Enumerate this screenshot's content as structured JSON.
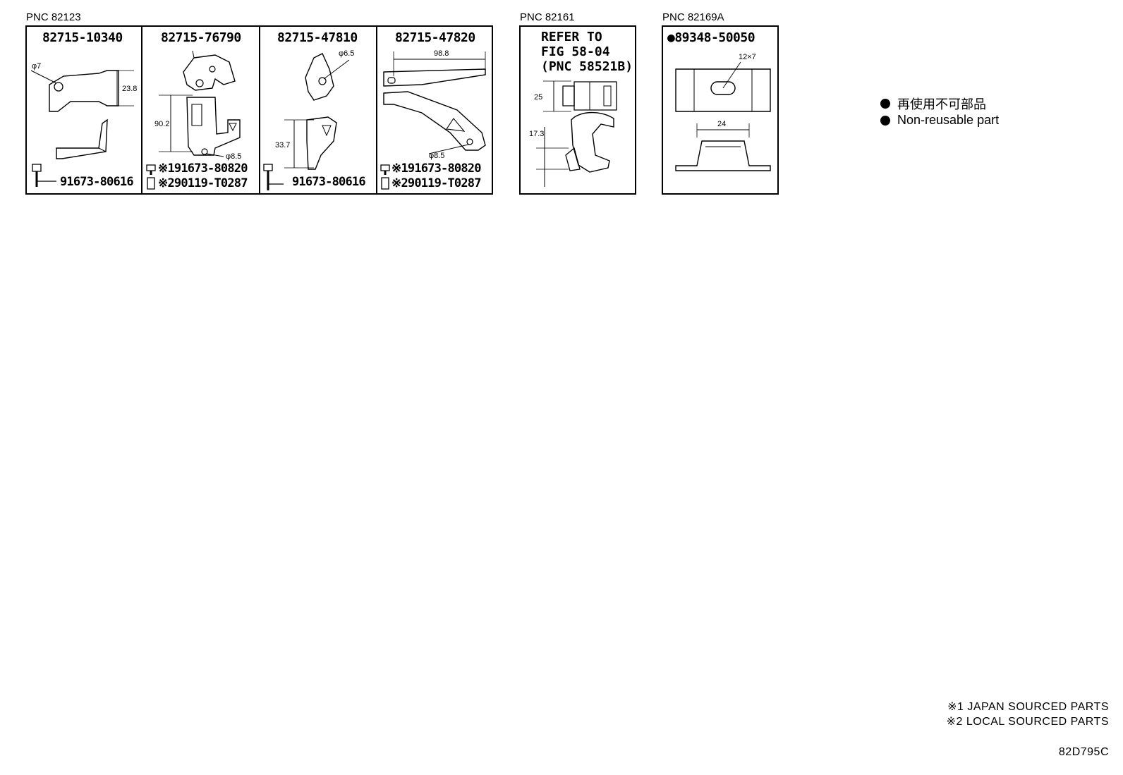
{
  "groups": [
    {
      "pnc": "PNC 82123"
    },
    {
      "pnc": "PNC 82161"
    },
    {
      "pnc": "PNC 82169A"
    }
  ],
  "cells": [
    {
      "part": "82715-10340",
      "bolt": "91673-80616",
      "dims": [
        "φ7",
        "23.8"
      ]
    },
    {
      "part": "82715-76790",
      "bolt1": "※191673-80820",
      "bolt2": "※290119-T0287",
      "dims": [
        "90.2",
        "φ8.5"
      ]
    },
    {
      "part": "82715-47810",
      "bolt": "91673-80616",
      "dims": [
        "φ6.5",
        "33.7"
      ]
    },
    {
      "part": "82715-47820",
      "bolt1": "※191673-80820",
      "bolt2": "※290119-T0287",
      "dims": [
        "98.8",
        "φ8.5"
      ]
    }
  ],
  "refer": {
    "lines": [
      "REFER TO",
      "FIG 58-04",
      "(PNC 58521B)"
    ],
    "dims": [
      "25",
      "17.3"
    ]
  },
  "clip": {
    "part": "●89348-50050",
    "dims": [
      "12×7",
      "24"
    ]
  },
  "legend": {
    "jp": "再使用不可部品",
    "en": "Non-reusable part"
  },
  "footnotes": [
    "※1 JAPAN SOURCED PARTS",
    "※2 LOCAL SOURCED PARTS"
  ],
  "code": "82D795C"
}
